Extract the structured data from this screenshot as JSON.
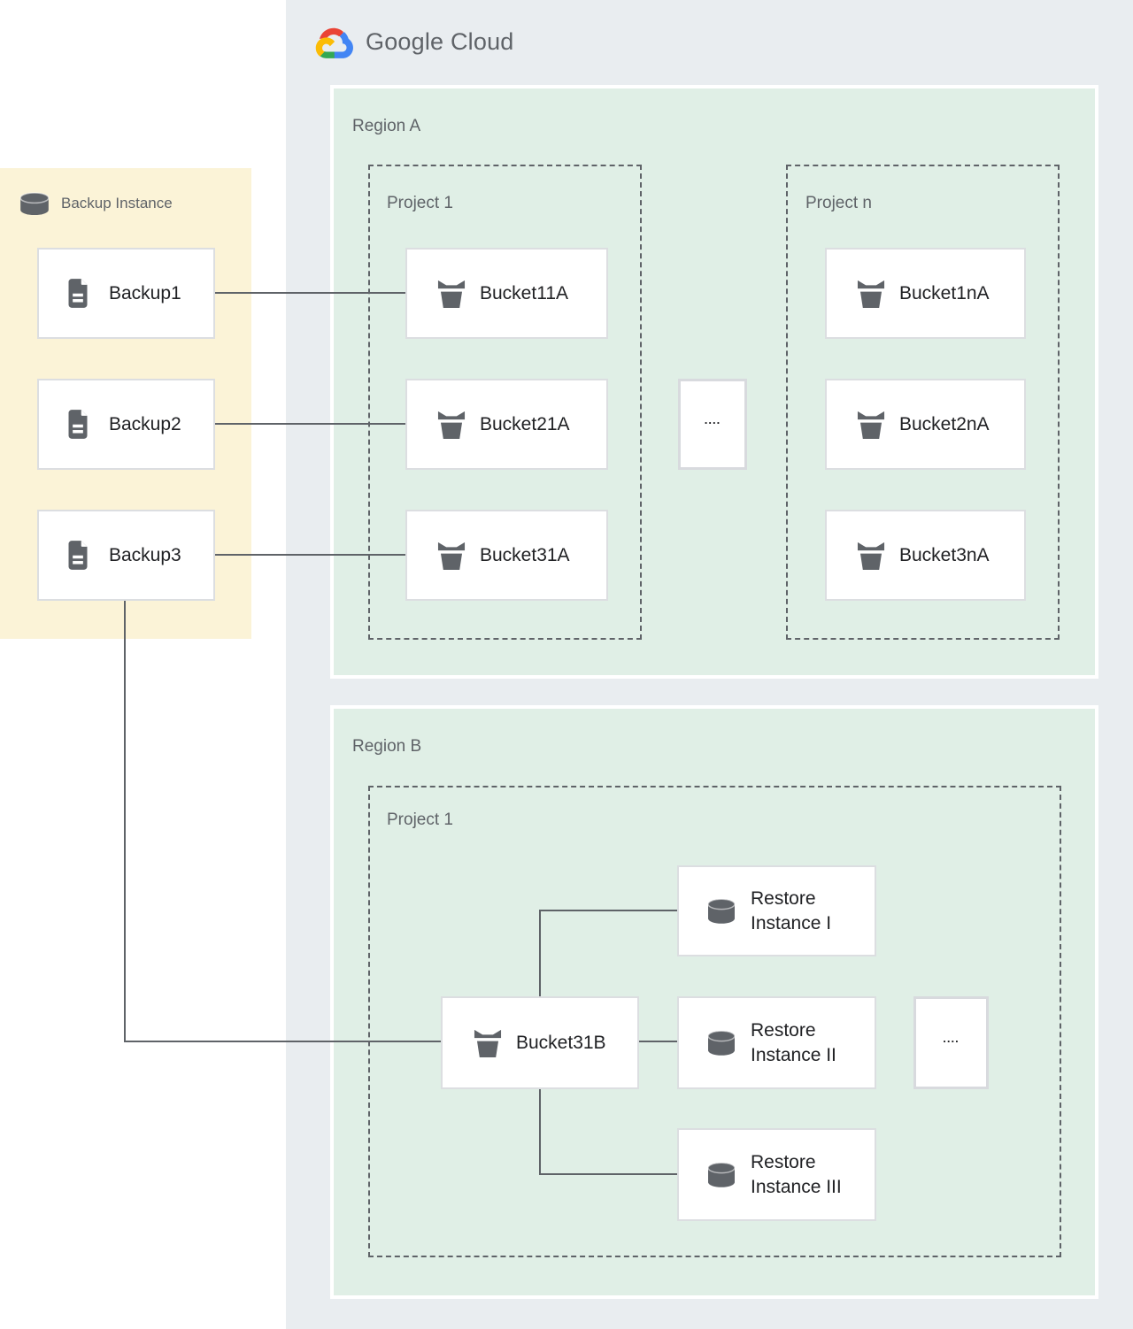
{
  "logo": {
    "brand": "Google",
    "product": "Cloud"
  },
  "colors": {
    "panel_gray": "#e9edf0",
    "region_green": "#e0efe6",
    "backup_yellow": "#fbf3d7",
    "icon_gray": "#5f6368",
    "connector_gray": "#5f6368",
    "node_text": "#202124",
    "label_gray": "#5f6368",
    "logo_blue": "#4285f4",
    "logo_red": "#ea4335",
    "logo_yellow": "#fbbc05",
    "logo_green": "#34a853"
  },
  "icons": {
    "backup_instance": "database-cylinder-icon",
    "backup_item": "document-icon",
    "bucket": "storage-bucket-icon",
    "restore_instance": "database-cylinder-icon",
    "logo": "google-cloud-logo"
  },
  "backup_panel": {
    "title": "Backup Instance",
    "items": [
      {
        "label": "Backup1"
      },
      {
        "label": "Backup2"
      },
      {
        "label": "Backup3"
      }
    ]
  },
  "region_a": {
    "label": "Region A",
    "ellipsis": "....",
    "project1": {
      "label": "Project 1",
      "buckets": [
        "Bucket11A",
        "Bucket21A",
        "Bucket31A"
      ]
    },
    "project_n": {
      "label": "Project n",
      "buckets": [
        "Bucket1nA",
        "Bucket2nA",
        "Bucket3nA"
      ]
    }
  },
  "region_b": {
    "label": "Region B",
    "project1": {
      "label": "Project 1",
      "bucket": "Bucket31B",
      "ellipsis": "....",
      "restore_instances": [
        "Restore Instance I",
        "Restore Instance II",
        "Restore Instance III"
      ]
    }
  }
}
